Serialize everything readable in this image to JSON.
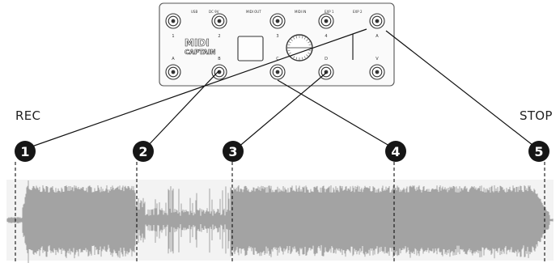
{
  "labels": {
    "rec": "REC",
    "stop": "STOP"
  },
  "device": {
    "brand_line1": "MIDI",
    "brand_line2": "CAPTAIN",
    "top_row_labels": [
      "1",
      "2",
      "3",
      "4",
      "A"
    ],
    "bottom_row_labels": [
      "A",
      "B",
      "C",
      "D",
      "V"
    ],
    "top_edge_labels": [
      "USB",
      "DC 9V",
      "MIDI OUT",
      "MIDI IN",
      "EXP 1",
      "EXP 2"
    ]
  },
  "markers": [
    {
      "number": "1",
      "footswitch": "A"
    },
    {
      "number": "2",
      "footswitch": "B"
    },
    {
      "number": "3",
      "footswitch": "D"
    },
    {
      "number": "4",
      "footswitch": "C"
    },
    {
      "number": "5",
      "footswitch": "A"
    }
  ],
  "colors": {
    "waveform": "#a3a3a3",
    "waveform_bg": "#f3f3f3",
    "marker": "#161616"
  }
}
